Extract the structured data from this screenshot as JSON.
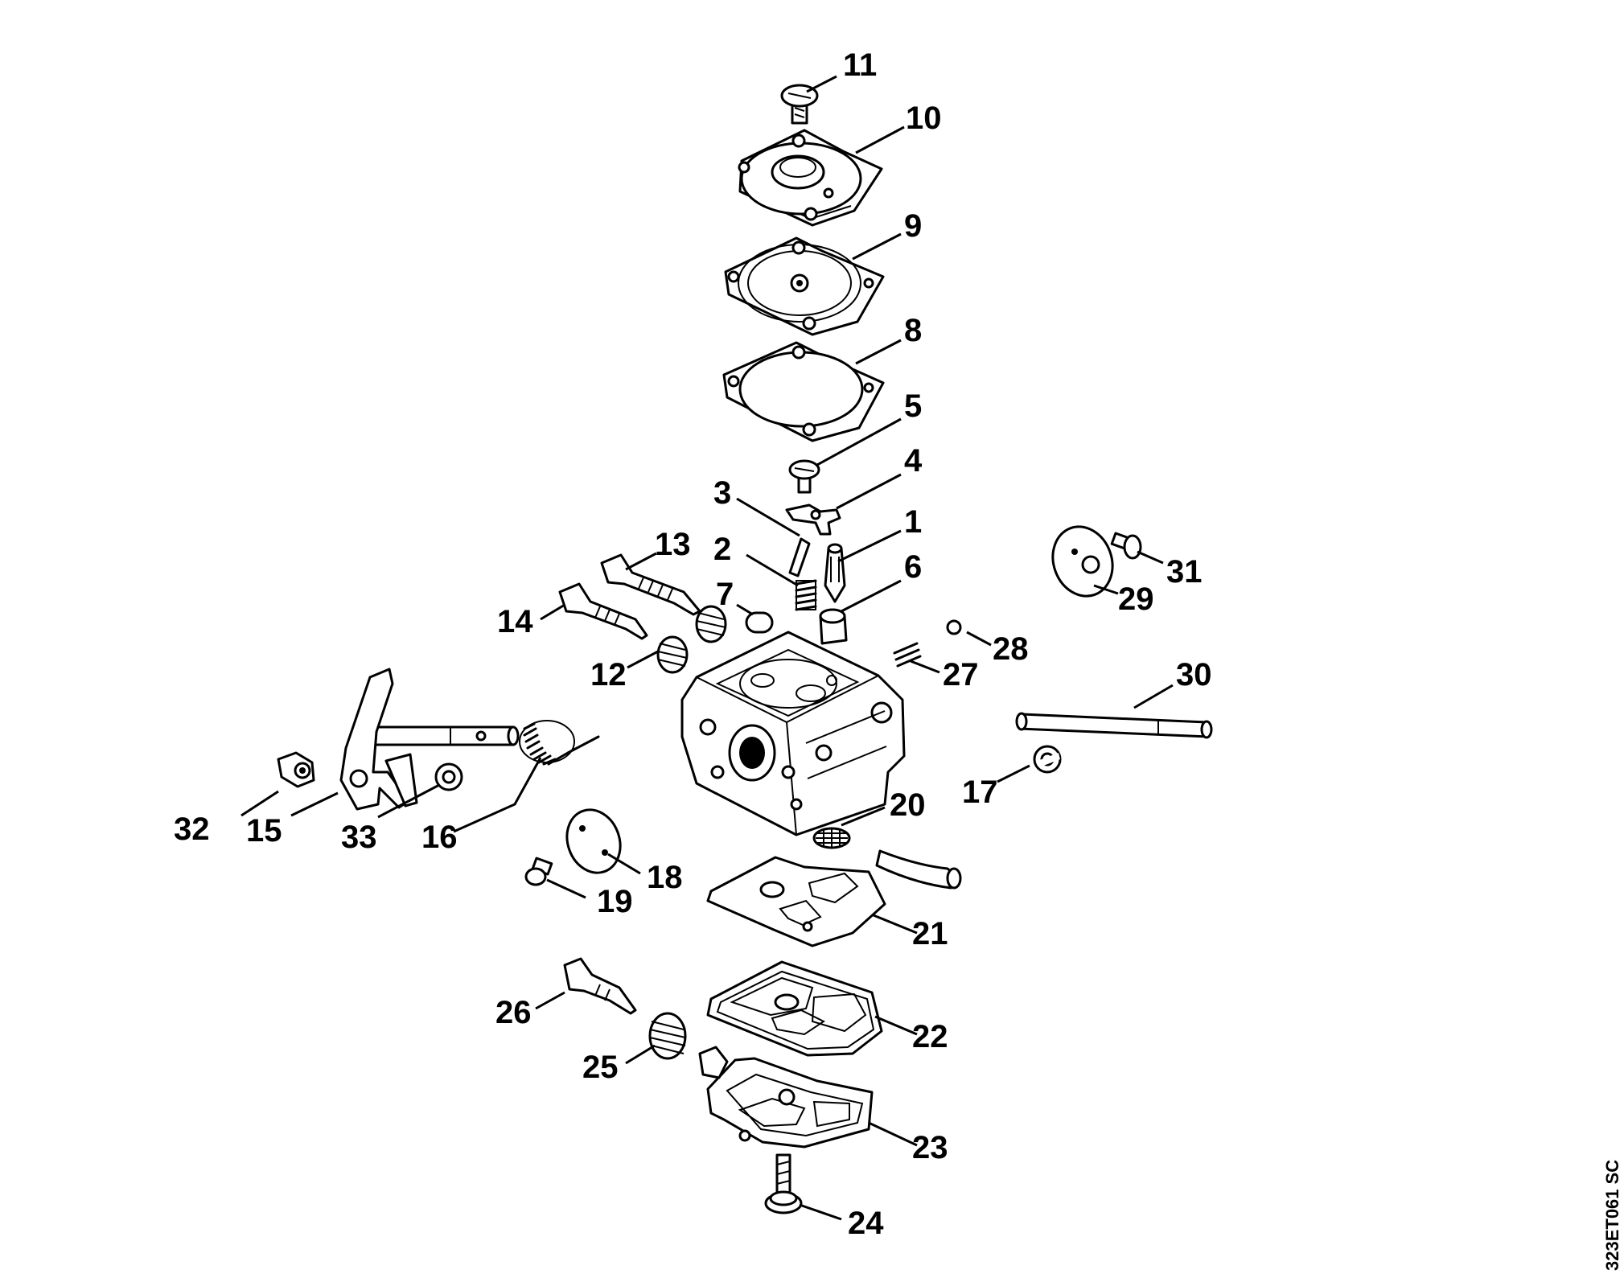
{
  "drawing_ref": "323ET061 SC",
  "parts": [
    {
      "id": "p1",
      "label": "1"
    },
    {
      "id": "p2",
      "label": "2"
    },
    {
      "id": "p3",
      "label": "3"
    },
    {
      "id": "p4",
      "label": "4"
    },
    {
      "id": "p5",
      "label": "5"
    },
    {
      "id": "p6",
      "label": "6"
    },
    {
      "id": "p7",
      "label": "7"
    },
    {
      "id": "p8",
      "label": "8"
    },
    {
      "id": "p9",
      "label": "9"
    },
    {
      "id": "p10",
      "label": "10"
    },
    {
      "id": "p11",
      "label": "11"
    },
    {
      "id": "p12",
      "label": "12"
    },
    {
      "id": "p13",
      "label": "13"
    },
    {
      "id": "p14",
      "label": "14"
    },
    {
      "id": "p15",
      "label": "15"
    },
    {
      "id": "p16",
      "label": "16"
    },
    {
      "id": "p17",
      "label": "17"
    },
    {
      "id": "p18",
      "label": "18"
    },
    {
      "id": "p19",
      "label": "19"
    },
    {
      "id": "p20",
      "label": "20"
    },
    {
      "id": "p21",
      "label": "21"
    },
    {
      "id": "p22",
      "label": "22"
    },
    {
      "id": "p23",
      "label": "23"
    },
    {
      "id": "p24",
      "label": "24"
    },
    {
      "id": "p25",
      "label": "25"
    },
    {
      "id": "p26",
      "label": "26"
    },
    {
      "id": "p27",
      "label": "27"
    },
    {
      "id": "p28",
      "label": "28"
    },
    {
      "id": "p29",
      "label": "29"
    },
    {
      "id": "p30",
      "label": "30"
    },
    {
      "id": "p31",
      "label": "31"
    },
    {
      "id": "p32",
      "label": "32"
    },
    {
      "id": "p33",
      "label": "33"
    }
  ]
}
